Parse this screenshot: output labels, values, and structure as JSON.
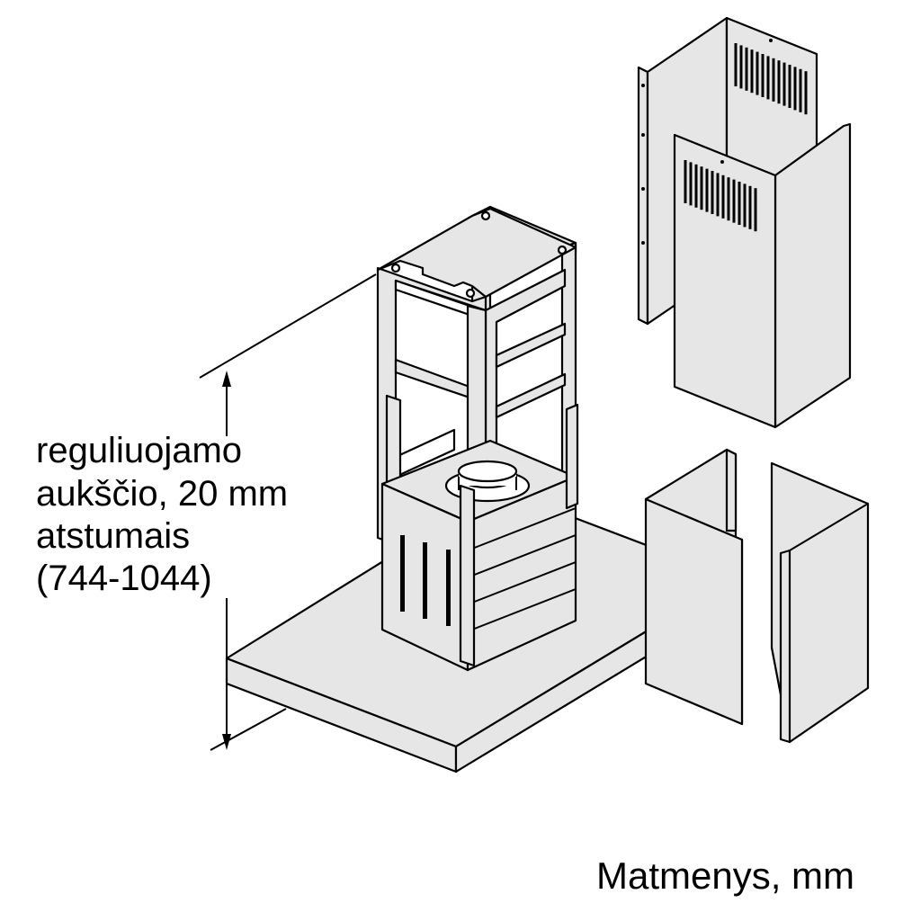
{
  "dimension_label": {
    "line1": "reguliuojamo",
    "line2": "aukščio, 20 mm",
    "line3": "atstumais",
    "line4": "(744-1044)"
  },
  "units_caption": "Matmenys, mm"
}
